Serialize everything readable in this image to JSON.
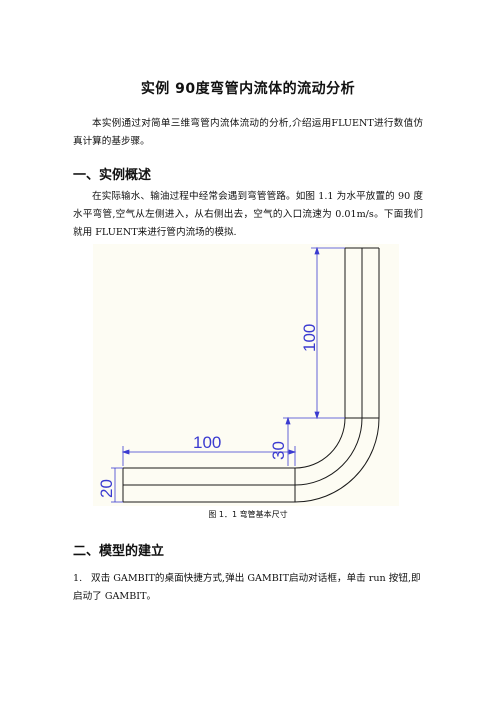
{
  "doc": {
    "title": "实例 90度弯管内流体的流动分析",
    "intro": "本实例通过对简单三维弯管内流体流动的分析,介绍运用FLUENT进行数值仿真计算的基步骤。",
    "section1": {
      "heading": "一、实例概述",
      "body": "在实际输水、输油过程中经常会遇到弯管管路。如图 1.1 为水平放置的 90 度水平弯管,空气从左侧进入，从右侧出去，空气的入口流速为 0.01m/s。下面我们就用 FLUENT来进行管内流场的模拟."
    },
    "figure": {
      "dimensions": [
        "100",
        "100",
        "30",
        "20"
      ],
      "caption": "图 1．1 弯管基本尺寸"
    },
    "section2": {
      "heading": "二、模型的建立",
      "items": [
        {
          "num": "1.",
          "text": "双击 GAMBIT的桌面快捷方式,弹出 GAMBIT启动对话框，单击 run 按钮,即启动了 GAMBIT。"
        }
      ]
    }
  }
}
